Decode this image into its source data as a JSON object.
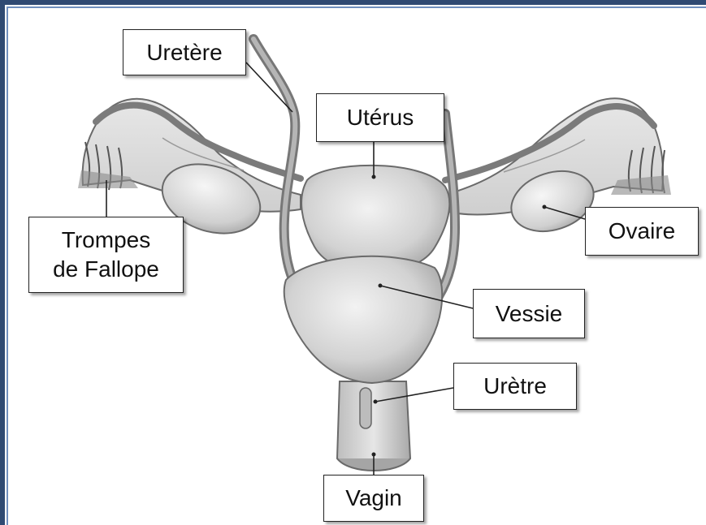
{
  "diagram": {
    "labels": {
      "uretere": "Uretère",
      "uterus": "Utérus",
      "trompes_line1": "Trompes",
      "trompes_line2": "de Fallope",
      "ovaire": "Ovaire",
      "vessie": "Vessie",
      "uretre": "Urètre",
      "vagin": "Vagin"
    },
    "colors": {
      "frame": "#2f4a73",
      "organ_fill": "#d9d9d9",
      "organ_stroke": "#6a6a6a",
      "leader": "#222222"
    }
  }
}
